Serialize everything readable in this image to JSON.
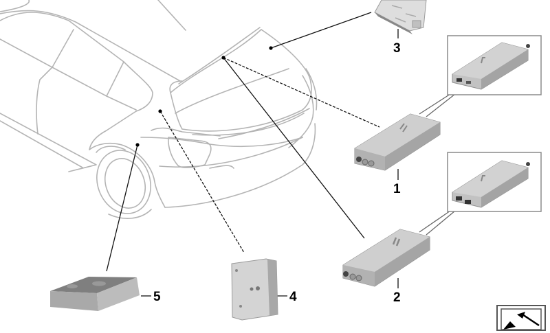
{
  "diagram": {
    "type": "exploded parts diagram",
    "subject": "vehicle rear antenna/amplifier modules",
    "colors": {
      "car_outline": "#b4b4b4",
      "leader_line": "#111111",
      "part_light": "#c9c9c9",
      "part_mid": "#a8a8a8",
      "part_dark": "#7d7d7d",
      "inset_border": "#8a8a8a"
    },
    "parts": [
      {
        "id": "1",
        "label": "1",
        "description": "antenna module box (with inset detail view)"
      },
      {
        "id": "2",
        "label": "2",
        "description": "antenna module box (with inset detail view)"
      },
      {
        "id": "3",
        "label": "3",
        "description": "antenna amplifier (top, partly cropped)"
      },
      {
        "id": "4",
        "label": "4",
        "description": "square control unit with connector"
      },
      {
        "id": "5",
        "label": "5",
        "description": "rectangular bracket/block"
      }
    ],
    "nav_icon": "arrow-up-left-icon"
  }
}
